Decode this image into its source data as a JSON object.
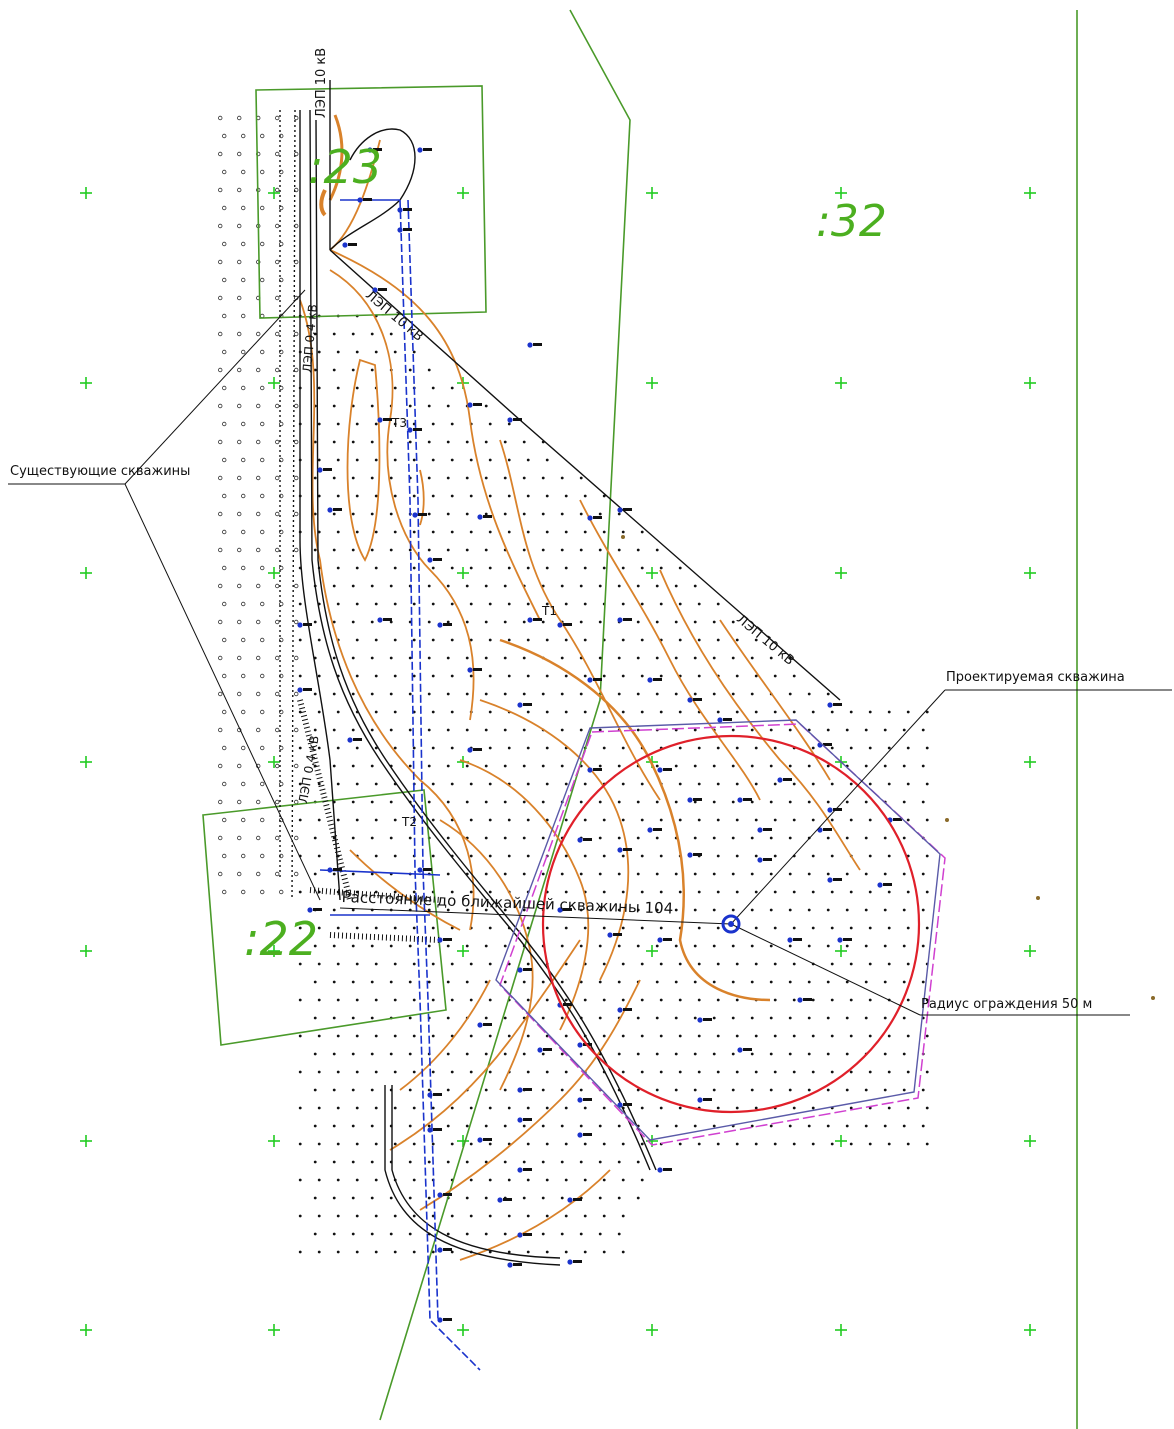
{
  "labels": {
    "existing_wells": "Существующие скважины",
    "projected_well": "Проектируемая скважина",
    "fence_radius": "Радиус ограждения 50 м",
    "distance_to_nearest": "Расстояние до ближайшей скважины 104"
  },
  "parcels": {
    "p32": ":32",
    "p23": ":23",
    "p22": ":22"
  },
  "power_lines": {
    "top": "ЛЭП 10 кВ",
    "diagonal_upper": "ЛЭП 10 кВ",
    "diagonal_lower": "ЛЭП 10 кВ",
    "vertical_left": "ЛЭП 0,4 кВ",
    "vertical_mid": "ЛЭП 0,4 кВ"
  },
  "points": {
    "t1": "Т1",
    "t2": "Т2",
    "t3": "Т3"
  },
  "colors": {
    "boundary_green": "#4a9a2a",
    "grid_cross": "#22cc22",
    "contour_orange": "#d9822b",
    "well_blue": "#1a33cc",
    "fence_red": "#e0202a",
    "fence_purple": "#5a5aa8",
    "fence_magenta": "#d040d0",
    "line_black": "#111111"
  }
}
